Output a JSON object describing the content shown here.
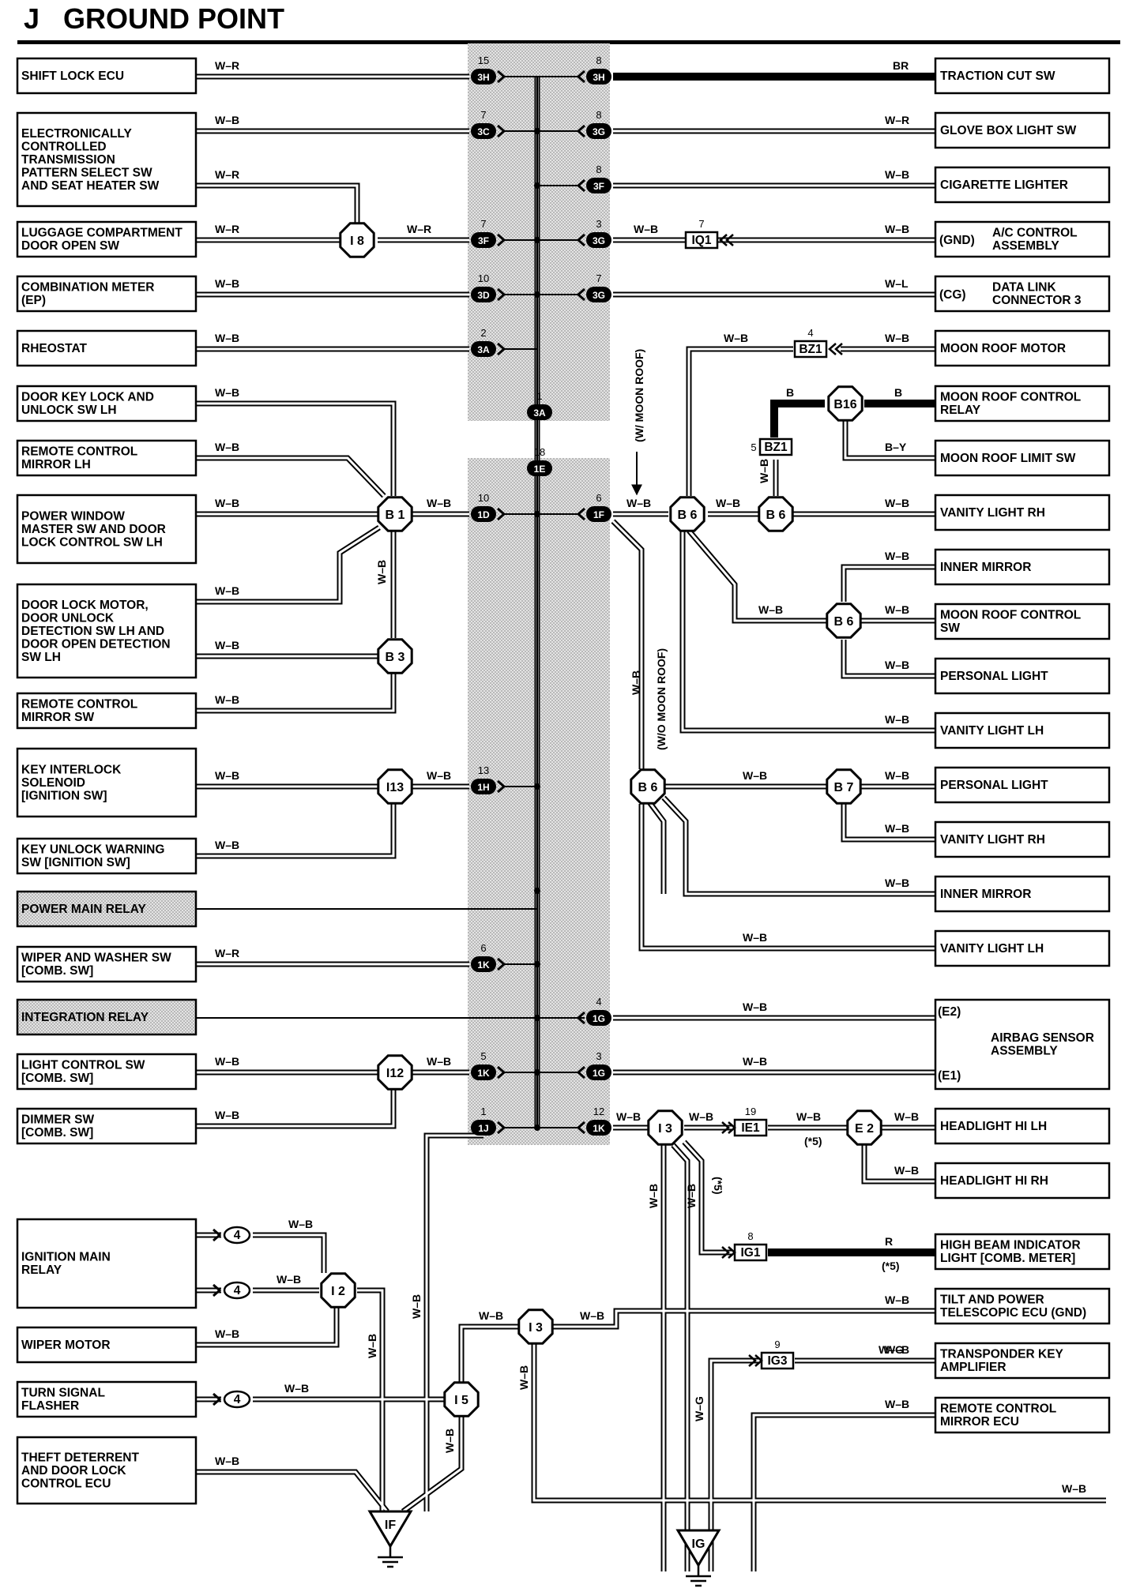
{
  "header": {
    "letter": "J",
    "title": "GROUND POINT"
  },
  "left_boxes": [
    {
      "id": "shift",
      "lines": [
        "SHIFT LOCK ECU"
      ]
    },
    {
      "id": "ectps",
      "lines": [
        "ELECTRONICALLY",
        "CONTROLLED",
        "TRANSMISSION",
        "PATTERN SELECT SW",
        "AND SEAT HEATER SW"
      ]
    },
    {
      "id": "lugg",
      "lines": [
        "LUGGAGE COMPARTMENT",
        "DOOR OPEN SW"
      ]
    },
    {
      "id": "combm",
      "lines": [
        "COMBINATION METER",
        "(EP)"
      ]
    },
    {
      "id": "rheo",
      "lines": [
        "RHEOSTAT"
      ]
    },
    {
      "id": "dklock",
      "lines": [
        "DOOR KEY LOCK AND",
        "UNLOCK SW LH"
      ]
    },
    {
      "id": "rcmlh",
      "lines": [
        "REMOTE CONTROL",
        "MIRROR LH"
      ]
    },
    {
      "id": "pwm",
      "lines": [
        "POWER WINDOW",
        "MASTER SW AND DOOR",
        "LOCK CONTROL SW LH"
      ]
    },
    {
      "id": "dlm",
      "lines": [
        "DOOR LOCK MOTOR,",
        "DOOR UNLOCK",
        "DETECTION SW LH AND",
        "DOOR OPEN DETECTION",
        "SW LH"
      ]
    },
    {
      "id": "rcmsw",
      "lines": [
        "REMOTE CONTROL",
        "MIRROR SW"
      ]
    },
    {
      "id": "kis",
      "lines": [
        "KEY INTERLOCK",
        "SOLENOID",
        "[IGNITION SW]"
      ]
    },
    {
      "id": "kuw",
      "lines": [
        "KEY UNLOCK WARNING",
        "SW [IGNITION SW]"
      ]
    },
    {
      "id": "pmr",
      "lines": [
        "POWER MAIN RELAY"
      ]
    },
    {
      "id": "wws",
      "lines": [
        "WIPER AND WASHER SW",
        "[COMB.  SW]"
      ]
    },
    {
      "id": "intr",
      "lines": [
        "INTEGRATION RELAY"
      ]
    },
    {
      "id": "lcs",
      "lines": [
        "LIGHT CONTROL SW",
        "[COMB.  SW]"
      ]
    },
    {
      "id": "dim",
      "lines": [
        "DIMMER SW",
        "[COMB.  SW]"
      ]
    },
    {
      "id": "igm",
      "lines": [
        "IGNITION MAIN",
        "RELAY"
      ]
    },
    {
      "id": "wm",
      "lines": [
        "WIPER MOTOR"
      ]
    },
    {
      "id": "tsf",
      "lines": [
        "TURN SIGNAL",
        "FLASHER"
      ]
    },
    {
      "id": "tdd",
      "lines": [
        "THEFT DETERRENT",
        "AND DOOR LOCK",
        "CONTROL ECU"
      ]
    }
  ],
  "right_boxes": [
    {
      "id": "tcs",
      "lines": [
        "TRACTION CUT SW"
      ]
    },
    {
      "id": "gbl",
      "lines": [
        "GLOVE BOX LIGHT SW"
      ]
    },
    {
      "id": "cig",
      "lines": [
        "CIGARETTE LIGHTER"
      ]
    },
    {
      "id": "acc",
      "lines": [
        "A/C CONTROL",
        "ASSEMBLY"
      ],
      "pin": "(GND)"
    },
    {
      "id": "dlc",
      "lines": [
        "DATA LINK",
        "CONNECTOR 3"
      ],
      "pin": "(CG)"
    },
    {
      "id": "mrm",
      "lines": [
        "MOON ROOF MOTOR"
      ]
    },
    {
      "id": "mrcr",
      "lines": [
        "MOON ROOF CONTROL",
        "RELAY"
      ]
    },
    {
      "id": "mrls",
      "lines": [
        "MOON ROOF LIMIT SW"
      ]
    },
    {
      "id": "vlrh1",
      "lines": [
        "VANITY LIGHT RH"
      ]
    },
    {
      "id": "im1",
      "lines": [
        "INNER MIRROR"
      ]
    },
    {
      "id": "mrcs",
      "lines": [
        "MOON ROOF CONTROL",
        "SW"
      ]
    },
    {
      "id": "pl1",
      "lines": [
        "PERSONAL LIGHT"
      ]
    },
    {
      "id": "vllh1",
      "lines": [
        "VANITY LIGHT LH"
      ]
    },
    {
      "id": "pl2",
      "lines": [
        "PERSONAL LIGHT"
      ]
    },
    {
      "id": "vlrh2",
      "lines": [
        "VANITY LIGHT RH"
      ]
    },
    {
      "id": "im2",
      "lines": [
        "INNER MIRROR"
      ]
    },
    {
      "id": "vllh2",
      "lines": [
        "VANITY LIGHT LH"
      ]
    },
    {
      "id": "abs",
      "lines": [
        "AIRBAG SENSOR",
        "ASSEMBLY"
      ],
      "pins": [
        "(E2)",
        "(E1)"
      ]
    },
    {
      "id": "hhl",
      "lines": [
        "HEADLIGHT HI LH"
      ]
    },
    {
      "id": "hhr",
      "lines": [
        "HEADLIGHT HI RH"
      ]
    },
    {
      "id": "hbi",
      "lines": [
        "HIGH BEAM INDICATOR",
        "LIGHT [COMB.  METER]"
      ]
    },
    {
      "id": "tpt",
      "lines": [
        "TILT AND POWER",
        "TELESCOPIC ECU (GND)"
      ]
    },
    {
      "id": "tka",
      "lines": [
        "TRANSPONDER KEY",
        "AMPLIFIER"
      ]
    },
    {
      "id": "rcme",
      "lines": [
        "REMOTE CONTROL",
        "MIRROR ECU"
      ]
    }
  ],
  "junctions": {
    "j3h_l": {
      "code": "3H",
      "pin": "15"
    },
    "j3h_r": {
      "code": "3H",
      "pin": "8"
    },
    "j3c": {
      "code": "3C",
      "pin": "7"
    },
    "j3g1": {
      "code": "3G",
      "pin": "8"
    },
    "j3f_r": {
      "code": "3F",
      "pin": "8"
    },
    "j3f_l": {
      "code": "3F",
      "pin": "7"
    },
    "j3g2": {
      "code": "3G",
      "pin": "3"
    },
    "j3d": {
      "code": "3D",
      "pin": "10"
    },
    "j3g3": {
      "code": "3G",
      "pin": "7"
    },
    "j3a1": {
      "code": "3A",
      "pin": "2"
    },
    "j3a2": {
      "code": "3A",
      "pin": "1"
    },
    "j1e": {
      "code": "1E",
      "pin": "18"
    },
    "j1d": {
      "code": "1D",
      "pin": "10"
    },
    "j1f": {
      "code": "1F",
      "pin": "6"
    },
    "j1h": {
      "code": "1H",
      "pin": "13"
    },
    "j1k1": {
      "code": "1K",
      "pin": "6"
    },
    "j1g1": {
      "code": "1G",
      "pin": "4"
    },
    "j1k2": {
      "code": "1K",
      "pin": "5"
    },
    "j1g2": {
      "code": "1G",
      "pin": "3"
    },
    "j1j": {
      "code": "1J",
      "pin": "1"
    },
    "j1k3": {
      "code": "1K",
      "pin": "12"
    }
  },
  "connectors": {
    "iq1": {
      "code": "IQ1",
      "pin": "7"
    },
    "bz1a": {
      "code": "BZ1",
      "pin": "4"
    },
    "bz1b": {
      "code": "BZ1",
      "pin": "5"
    },
    "ie1": {
      "code": "IE1",
      "pin": "19"
    },
    "ig1": {
      "code": "IG1",
      "pin": "8"
    },
    "ig3": {
      "code": "IG3",
      "pin": "9"
    }
  },
  "splices": {
    "i8": "I 8",
    "b1": "B 1",
    "b3": "B 3",
    "i13": "I13",
    "i12a": "I12",
    "b6a": "B 6",
    "b6b": "B 6",
    "b6c": "B 6",
    "b6d": "B 6",
    "b16": "B16",
    "b7": "B 7",
    "i3a": "I 3",
    "e2": "E 2",
    "i2": "I 2",
    "i3b": "I 3",
    "i5": "I 5"
  },
  "small_connectors": [
    "4",
    "4",
    "4"
  ],
  "grounds": {
    "if": "IF",
    "ig": "IG"
  },
  "wire_colors": {
    "wr": "W–R",
    "wb": "W–B",
    "br": "BR",
    "wl": "W–L",
    "b": "B",
    "by": "B–Y",
    "r": "R",
    "wg": "W–G"
  },
  "notes": {
    "w_moon": "(W/ MOON ROOF)",
    "wo_moon": "(W/O MOON ROOF)",
    "n5": "(*5)"
  }
}
